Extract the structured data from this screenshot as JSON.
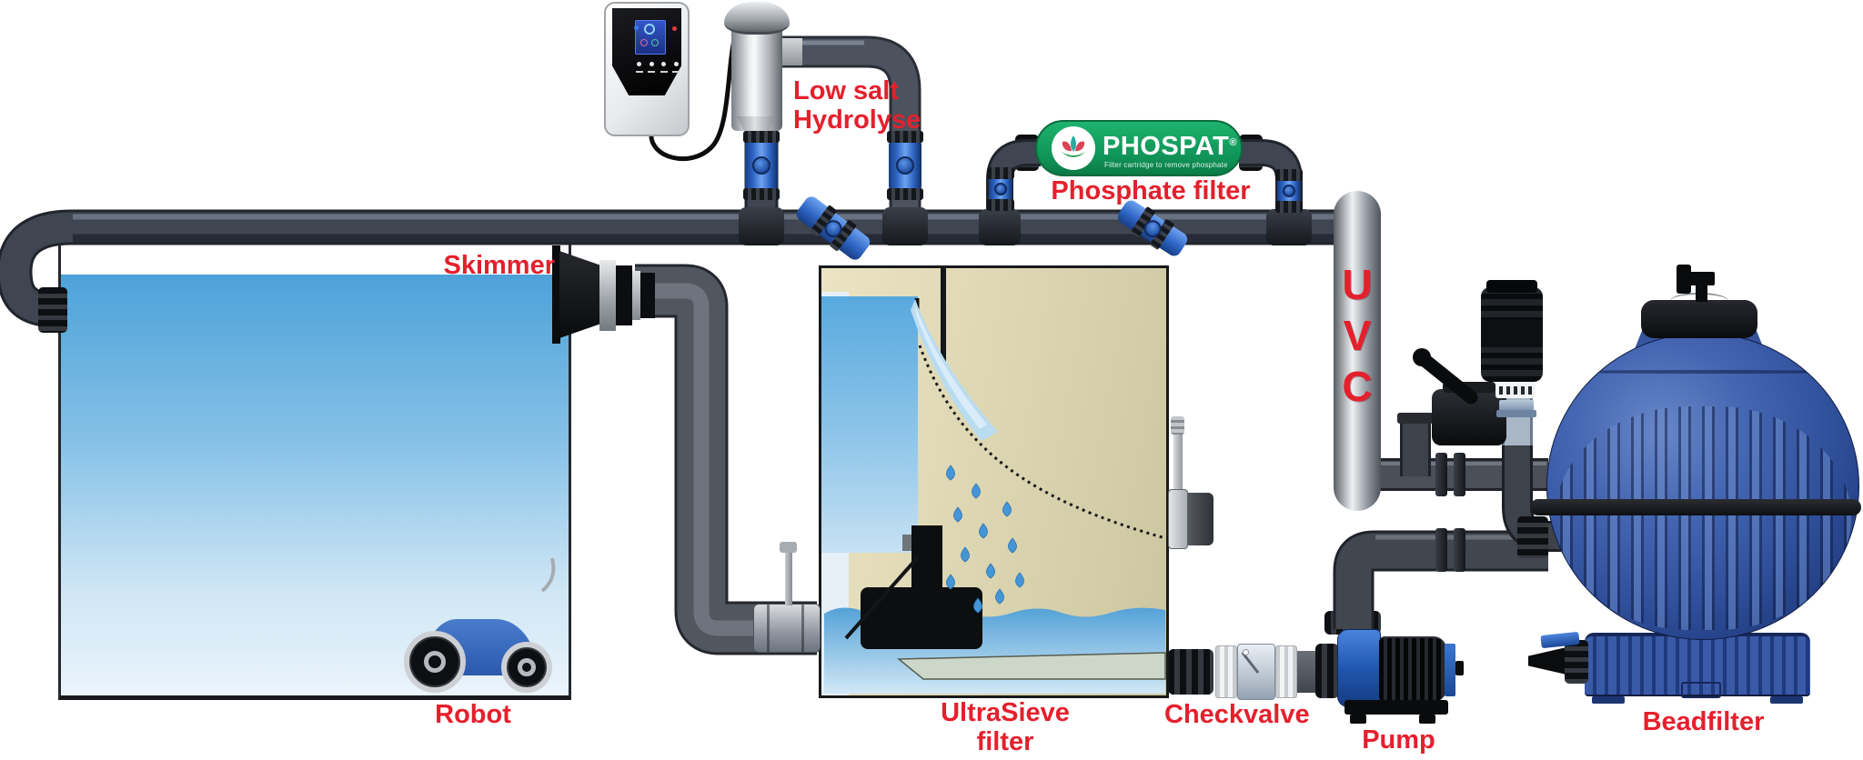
{
  "diagram": {
    "labels": {
      "skimmer": "Skimmer",
      "low_salt_1": "Low salt",
      "low_salt_2": "Hydrolyse",
      "phosphate_filter": "Phosphate filter",
      "uvc_u": "U",
      "uvc_v": "V",
      "uvc_c": "C",
      "robot": "Robot",
      "ultrasieve_filter": "UltraSieve filter",
      "checkvalve": "Checkvalve",
      "pump": "Pump",
      "beadfilter": "Beadfilter"
    },
    "phospat_cartridge": {
      "brand": "PHOSPAT",
      "reg": "®",
      "tagline": "Filter cartridge to remove phosphate"
    },
    "colors": {
      "label_red": "#e4202c",
      "phospat_green": "#17a362",
      "pipe_dark": "#3f4551",
      "water_blue": "#4da2d9",
      "beadfilter_blue": "#30509c",
      "valve_blue": "#2f66c6"
    }
  }
}
